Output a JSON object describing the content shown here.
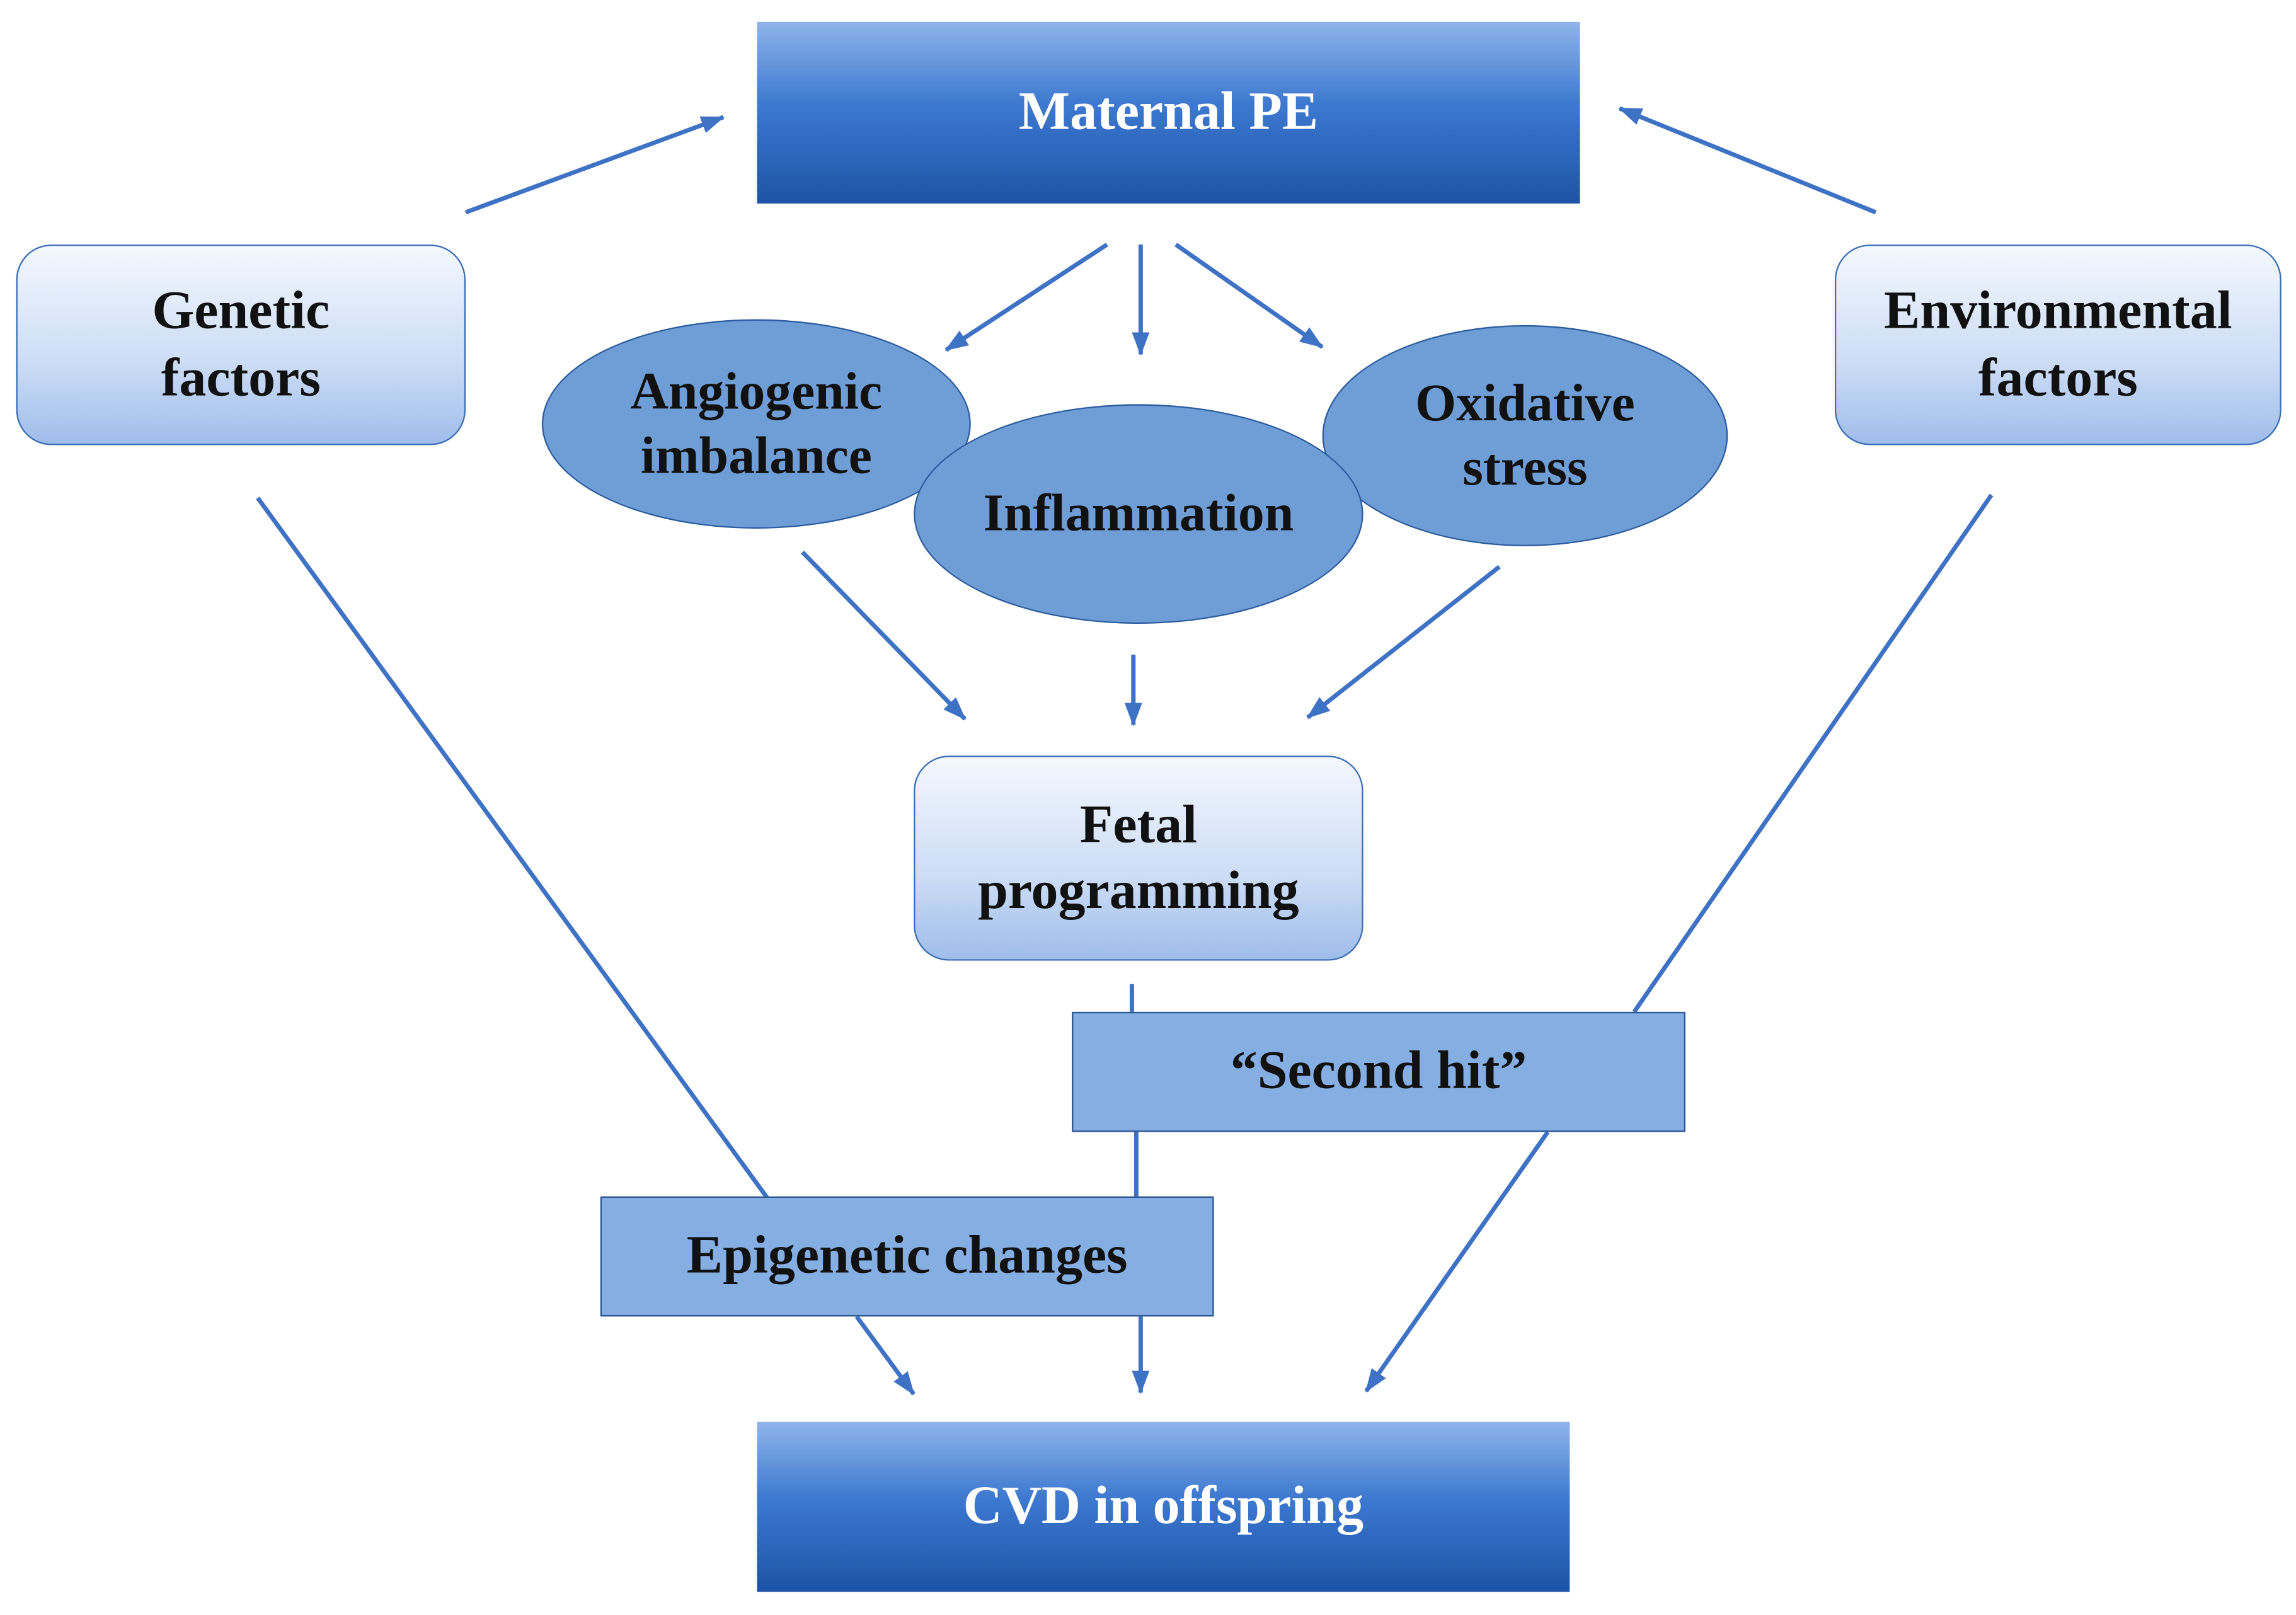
{
  "nodes": {
    "maternal_pe": "Maternal PE",
    "genetic_factors": "Genetic factors",
    "environmental_factors": "Environmental factors",
    "angiogenic_imbalance": "Angiogenic imbalance",
    "inflammation": "Inflammation",
    "oxidative_stress": "Oxidative stress",
    "fetal_programming": "Fetal programming",
    "second_hit": "“Second hit”",
    "epigenetic_changes": "Epigenetic changes",
    "cvd_offspring": "CVD in offspring"
  },
  "colors": {
    "arrow": "#3e72c4",
    "main_box_top": "#8fb5ea",
    "main_box_bottom": "#1d53a6",
    "ellipse_fill": "#6f9ed6",
    "rect_fill": "#85aee3"
  }
}
